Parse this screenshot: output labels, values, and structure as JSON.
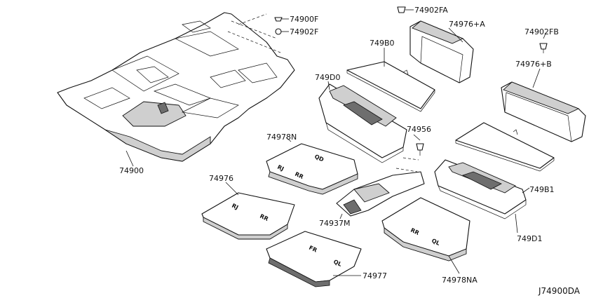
{
  "labels": {
    "p74900": "74900",
    "p74900F": "74900F",
    "p74902F": "74902F",
    "p74902FA": "74902FA",
    "p74976A": "74976+A",
    "p74902FB": "74902FB",
    "p74976B": "74976+B",
    "p749B0": "749B0",
    "p749D0": "749D0",
    "p74956": "74956",
    "p74978N": "74978N",
    "p74976": "74976",
    "p74937M": "74937M",
    "p749B1": "749B1",
    "p749D1": "749D1",
    "p74977": "74977",
    "p74978NA": "74978NA"
  },
  "mat_marks": {
    "rj": "RJ",
    "rr": "RR",
    "qd": "QD",
    "fr": "FR",
    "ql": "QL"
  },
  "diagram_code": "J74900DA"
}
